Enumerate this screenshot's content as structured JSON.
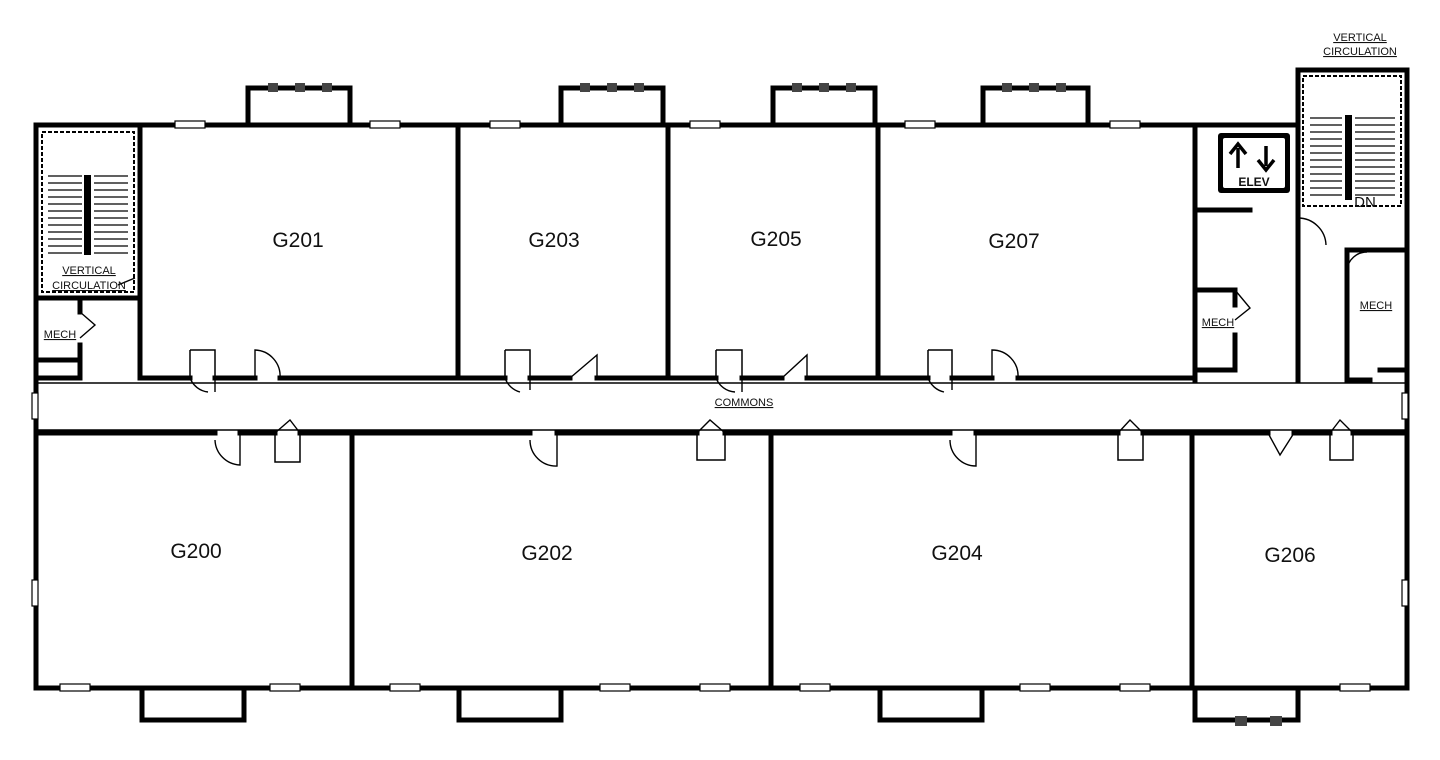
{
  "rooms": {
    "G201": "G201",
    "G203": "G203",
    "G205": "G205",
    "G207": "G207",
    "G200": "G200",
    "G202": "G202",
    "G204": "G204",
    "G206": "G206"
  },
  "labels": {
    "commons": "COMMONS",
    "vertical": "VERTICAL",
    "circulation": "CIRCULATION",
    "mech": "MECH",
    "elev": "ELEV",
    "dn": "DN"
  },
  "icons": [
    "up-arrow-icon",
    "down-arrow-icon"
  ]
}
